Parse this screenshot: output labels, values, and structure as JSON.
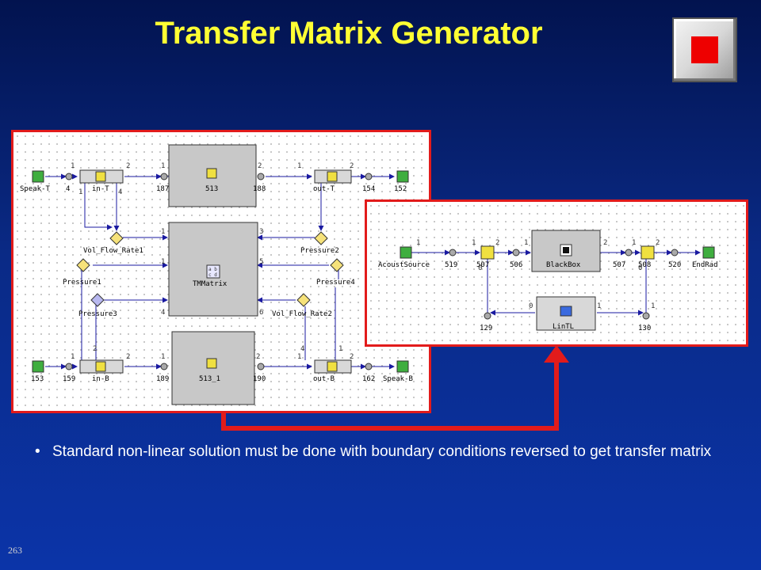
{
  "slide": {
    "title": "Transfer Matrix Generator",
    "page_number": "263",
    "bullet_symbol": "•",
    "bullet_text": "Standard non-linear solution must be done with boundary conditions reversed to get transfer matrix"
  },
  "left_diagram": {
    "component_labels": [
      "Speak-T",
      "in-T",
      "513",
      "out-T",
      "Vol_Flow_Rate1",
      "Pressure2",
      "Pressure1",
      "TMMatrix",
      "Pressure4",
      "Pressure3",
      "Vol_Flow_Rate2",
      "in-B",
      "513_1",
      "out-B",
      "Speak-B"
    ],
    "node_labels": [
      "4",
      "187",
      "188",
      "154",
      "152",
      "153",
      "159",
      "189",
      "190",
      "162"
    ],
    "port_labels": [
      "1",
      "2",
      "1",
      "2",
      "1",
      "2",
      "1",
      "4",
      "1",
      "2",
      "3",
      "1",
      "5",
      "4",
      "6",
      "1",
      "2",
      "1",
      "2",
      "1",
      "4",
      "2",
      "1",
      "2"
    ],
    "matrix_icon_text": [
      "a b",
      "c d"
    ]
  },
  "right_diagram": {
    "component_labels": [
      "AcoustSource",
      "BlackBox",
      "LinTL",
      "EndRad"
    ],
    "node_labels": [
      "519",
      "507",
      "506",
      "507",
      "508",
      "520",
      "129",
      "130"
    ],
    "port_labels": [
      "1",
      "1",
      "2",
      "1",
      "2",
      "1",
      "2",
      "0",
      "1",
      "0",
      "0",
      "1"
    ]
  },
  "colors": {
    "title": "#ffff33",
    "frame": "#e21b1b",
    "connector": "#e21b1b",
    "wire": "#1a1aa0",
    "stop": "#ee0000"
  }
}
